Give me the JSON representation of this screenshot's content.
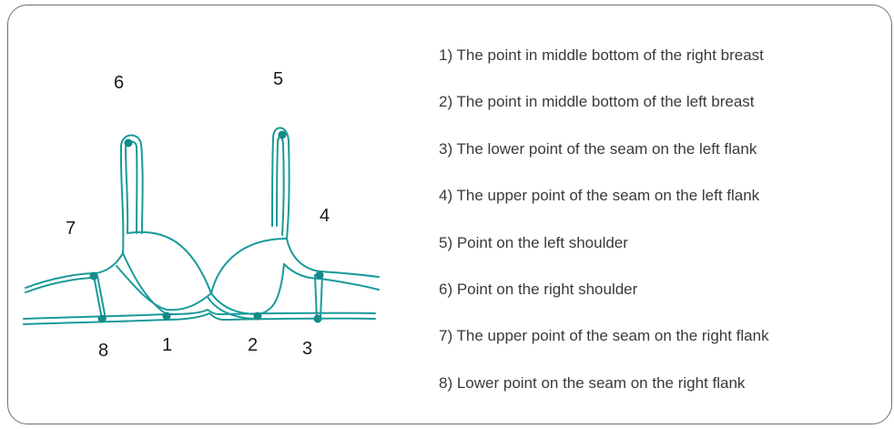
{
  "diagram": {
    "line_color": "#1a9a9a",
    "point_color": "#148a8a",
    "point_labels": [
      "1",
      "2",
      "3",
      "4",
      "5",
      "6",
      "7",
      "8"
    ]
  },
  "legend": {
    "items": [
      "1) The point in middle bottom of the right breast",
      "2) The point in middle bottom of the left breast",
      "3) The lower point of the seam on the left flank",
      "4) The upper point of the seam on the left flank",
      "5) Point on the left shoulder",
      "6) Point on the right shoulder",
      "7) The upper point of the seam on the right flank",
      "8) Lower point on the seam on the right flank"
    ]
  }
}
